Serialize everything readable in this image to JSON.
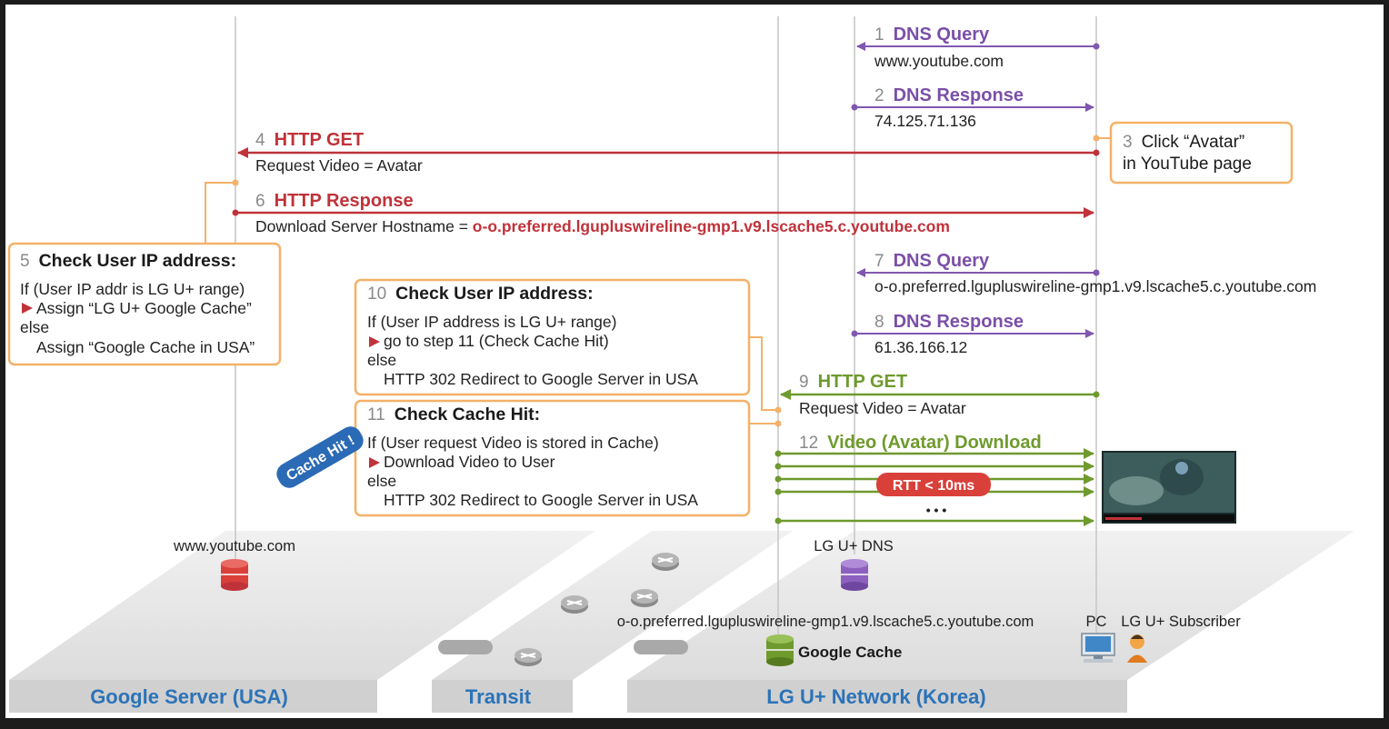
{
  "colors": {
    "purple": "#8057b0",
    "red": "#c0323a",
    "green": "#6f9a2e",
    "orange": "#f4b169",
    "platform_label": "#2b73b8",
    "badge": "#2b6ab5"
  },
  "steps": {
    "s1": {
      "num": "1",
      "title": "DNS Query",
      "detail": "www.youtube.com"
    },
    "s2": {
      "num": "2",
      "title": "DNS Response",
      "detail": "74.125.71.136"
    },
    "s3": {
      "num": "3",
      "line1": "Click “Avatar”",
      "line2": "in YouTube page"
    },
    "s4": {
      "num": "4",
      "title": "HTTP GET",
      "detail": "Request Video = Avatar"
    },
    "s5": {
      "num": "5",
      "title": "Check User IP address:",
      "lines": [
        "If (User IP addr is LG U+ range)",
        "Assign “LG U+ Google Cache”",
        "else",
        "Assign “Google Cache in USA”"
      ]
    },
    "s6": {
      "num": "6",
      "title": "HTTP Response",
      "detail_prefix": "Download Server Hostname = ",
      "detail_url": "o-o.preferred.lgupluswireline-gmp1.v9.lscache5.c.youtube.com"
    },
    "s7": {
      "num": "7",
      "title": "DNS Query",
      "detail": "o-o.preferred.lgupluswireline-gmp1.v9.lscache5.c.youtube.com"
    },
    "s8": {
      "num": "8",
      "title": "DNS Response",
      "detail": "61.36.166.12"
    },
    "s9": {
      "num": "9",
      "title": "HTTP GET",
      "detail": "Request Video = Avatar"
    },
    "s10": {
      "num": "10",
      "title": "Check User IP address:",
      "lines": [
        "If (User IP address is LG U+ range)",
        "go to step 11 (Check Cache Hit)",
        "else",
        "HTTP 302 Redirect to Google Server in USA"
      ]
    },
    "s11": {
      "num": "11",
      "title": "Check Cache Hit:",
      "lines": [
        "If (User request Video is stored in Cache)",
        "Download Video to User",
        "else",
        "HTTP 302 Redirect to Google Server in USA"
      ]
    },
    "s12": {
      "num": "12",
      "title": "Video (Avatar) Download"
    }
  },
  "badges": {
    "cache_hit": "Cache Hit !",
    "rtt": "RTT < 10ms",
    "ellipsis": "• • •"
  },
  "nodes": {
    "youtube": "www.youtube.com",
    "lg_dns": "LG U+ DNS",
    "cache_host": "o-o.preferred.lgupluswireline-gmp1.v9.lscache5.c.youtube.com",
    "google_cache": "Google Cache",
    "pc": "PC",
    "subscriber": "LG U+ Subscriber"
  },
  "platforms": {
    "google": "Google Server (USA)",
    "transit": "Transit",
    "lg": "LG U+ Network (Korea)"
  }
}
